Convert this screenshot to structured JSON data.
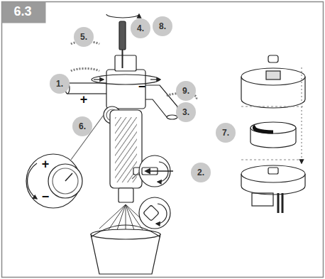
{
  "diagram": {
    "title": "6.3",
    "labels": [
      "4.",
      "8.",
      "5.",
      "1.",
      "+",
      "−",
      "9.",
      "6.",
      "3.",
      "7.",
      "+",
      "−",
      "2."
    ]
  }
}
